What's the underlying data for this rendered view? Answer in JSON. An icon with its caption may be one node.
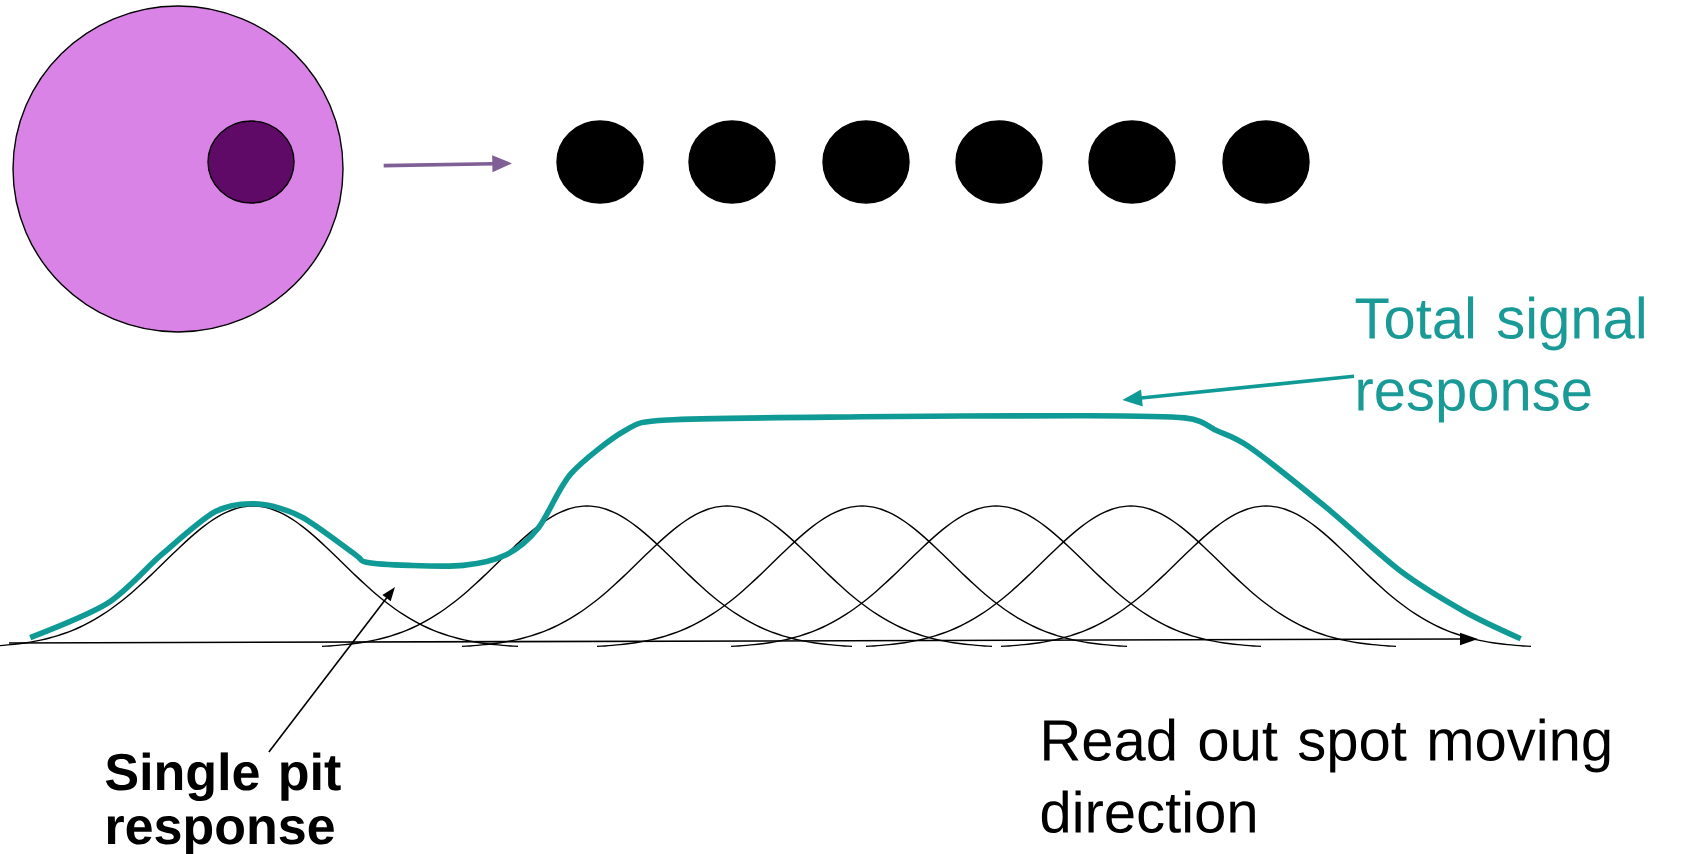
{
  "diagram": {
    "nodes": [
      {
        "text": [],
        "shape": "circle"
      },
      {
        "text": [],
        "shape": "circle",
        "in": 0
      },
      {
        "text": [],
        "shape": "circle"
      },
      {
        "text": [],
        "shape": "circle"
      },
      {
        "text": [],
        "shape": "circle"
      },
      {
        "text": [],
        "shape": "circle"
      },
      {
        "text": [],
        "shape": "circle"
      },
      {
        "text": [],
        "shape": "circle"
      },
      {
        "text": [
          "Total signal response"
        ]
      },
      {
        "text": [
          "Single pit response"
        ]
      }
    ],
    "edges": [
      {
        "from": 0,
        "to": 2,
        "arrow": "to",
        "color": "#7f5f96"
      },
      {
        "from": 8,
        "to": null,
        "arrow": "to",
        "color": "#109a96"
      },
      {
        "from": 9,
        "to": null,
        "arrow": "to",
        "color": "#000000"
      }
    ],
    "labels": [
      "Read out spot moving direction"
    ]
  }
}
